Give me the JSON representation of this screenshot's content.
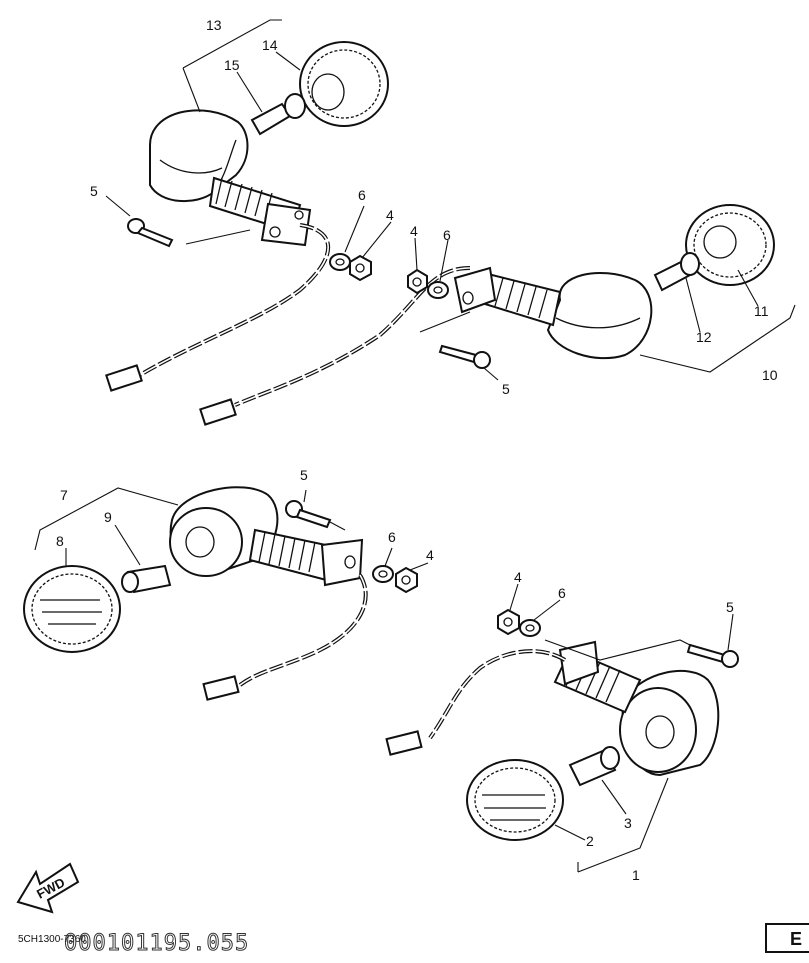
{
  "diagram": {
    "callouts": {
      "c1": "1",
      "c2": "2",
      "c3": "3",
      "c4a": "4",
      "c4b": "4",
      "c4c": "4",
      "c4d": "4",
      "c5a": "5",
      "c5b": "5",
      "c5c": "5",
      "c5d": "5",
      "c6a": "6",
      "c6b": "6",
      "c6c": "6",
      "c6d": "6",
      "c7": "7",
      "c8": "8",
      "c9": "9",
      "c10": "10",
      "c11": "11",
      "c12": "12",
      "c13": "13",
      "c14": "14",
      "c15": "15"
    },
    "fwd_label": "FWD",
    "drawing_code": "5CH1300-7360",
    "stamp_number": "000101195.055",
    "section_tag": "E"
  }
}
